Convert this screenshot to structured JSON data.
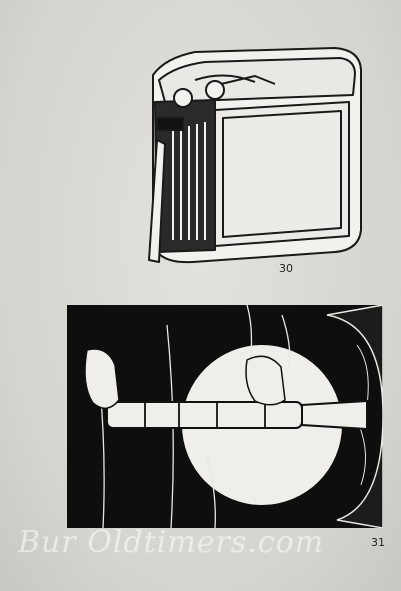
{
  "figures": [
    {
      "number": "30",
      "subject": "battery-cutaway"
    },
    {
      "number": "31",
      "subject": "hands-holding-cylinder"
    }
  ],
  "watermark": {
    "main": "Bur Oldtimers.com",
    "sub": ""
  },
  "colors": {
    "paper": "#d9d7d2",
    "ink": "#111111"
  }
}
